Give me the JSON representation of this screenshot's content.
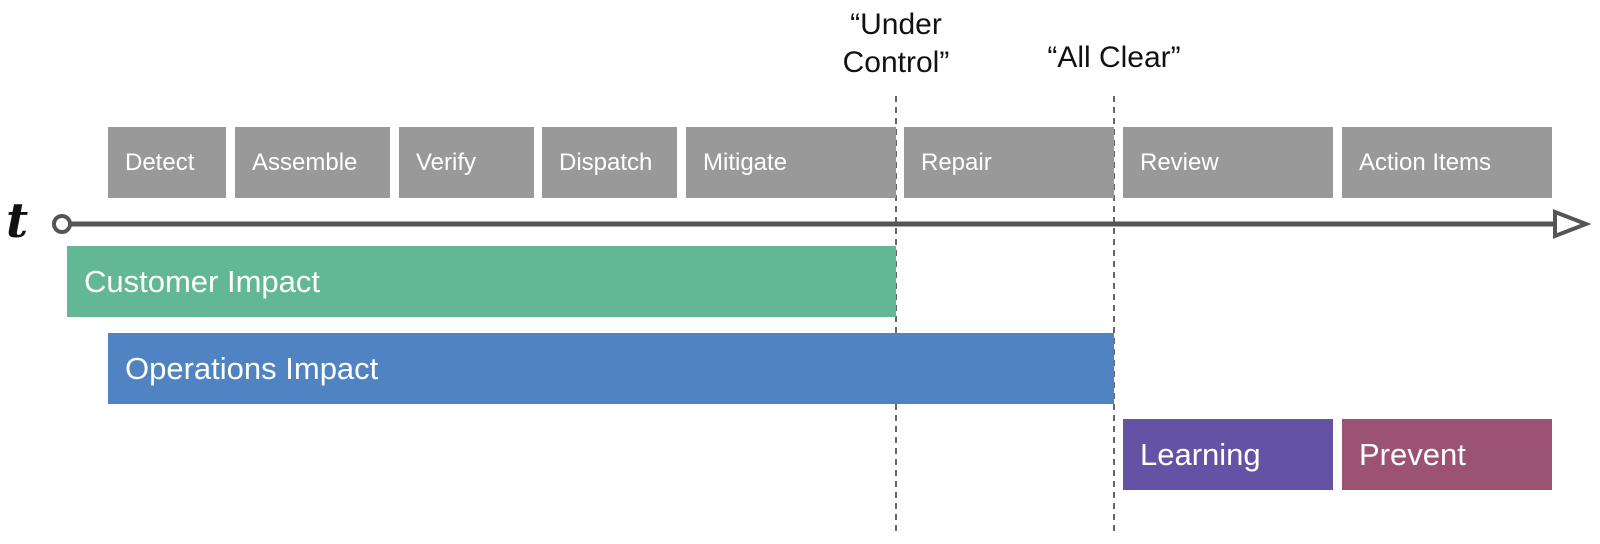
{
  "time_label": "t",
  "milestones": {
    "under_control": "“Under\nControl”",
    "all_clear": "“All Clear”"
  },
  "phases": [
    "Detect",
    "Assemble",
    "Verify",
    "Dispatch",
    "Mitigate",
    "Repair",
    "Review",
    "Action Items"
  ],
  "impact_bars": {
    "customer": "Customer Impact",
    "operations": "Operations Impact",
    "learning": "Learning",
    "prevent": "Prevent"
  },
  "colors": {
    "phase": "#999999",
    "axis": "#555555",
    "customer": "#62B894",
    "operations": "#4F83C1",
    "learning": "#6453A4",
    "prevent": "#9B5273"
  }
}
